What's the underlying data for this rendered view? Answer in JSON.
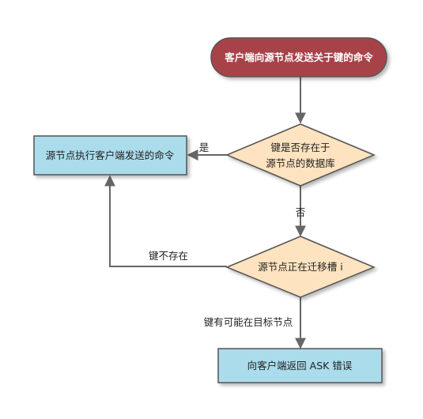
{
  "nodes": {
    "start": "客户端向源节点发送关于键的命令",
    "decision_exists_line1": "键是否存在于",
    "decision_exists_line2": "源节点的数据库",
    "execute": "源节点执行客户端发送的命令",
    "decision_migrating": "源节点正在迁移槽 i",
    "ask_error": "向客户端返回 ASK 错误"
  },
  "edges": {
    "yes": "是",
    "no": "否",
    "key_missing": "键不存在",
    "key_maybe_target": "键有可能在目标节点"
  },
  "colors": {
    "start_fill": "#a8424a",
    "decision_fill": "#fde3bf",
    "process_fill": "#abdcec",
    "stroke": "#555555",
    "connector": "#666666"
  }
}
